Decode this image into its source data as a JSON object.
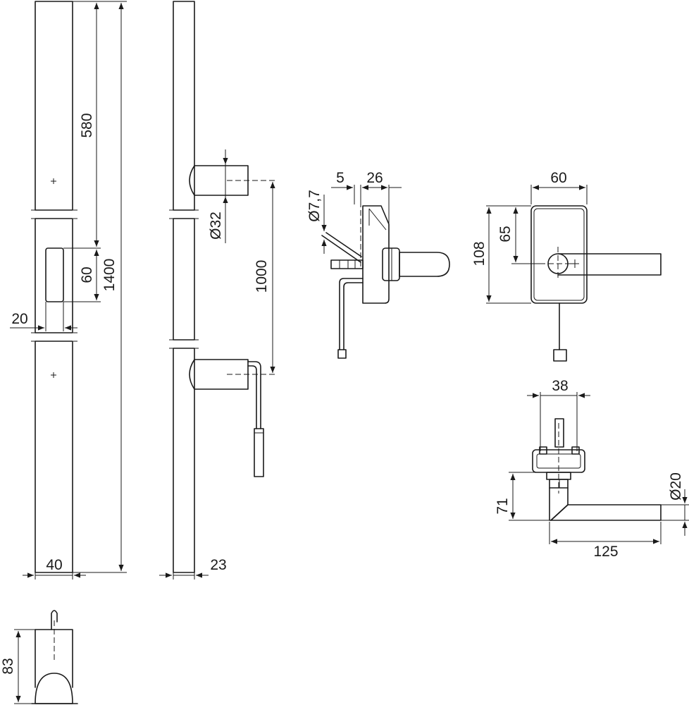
{
  "dimensions": {
    "bar_width": "40",
    "bar_depth": "23",
    "knob_offset": "580",
    "overall_length": "1400",
    "window_height": "60",
    "window_width": "20",
    "knob_spacing": "1000",
    "knob_diameter": "Ø32",
    "handle_offset": "5",
    "rose_depth": "26",
    "spindle_diameter": "Ø7,7",
    "plate_width": "60",
    "plate_height": "108",
    "handle_height_on_plate": "65",
    "rose_width": "38",
    "handle_projection": "71",
    "handle_length": "125",
    "handle_diameter": "Ø20",
    "end_cap_height": "83"
  },
  "arrowhead_color": "#1a1a1a",
  "line_color": "#1a1a1a",
  "background_color": "#ffffff"
}
